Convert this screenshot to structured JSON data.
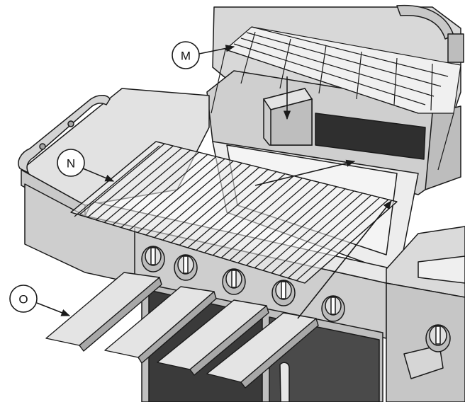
{
  "callouts": {
    "m": {
      "label": "M"
    },
    "n": {
      "label": "N"
    },
    "o": {
      "label": "O"
    }
  },
  "colors": {
    "line": "#1a1a1a",
    "metal_light": "#e4e4e4",
    "metal_mid": "#c4c4c4",
    "metal_dark": "#8a8a8a",
    "shadow": "#3a3a3a"
  }
}
